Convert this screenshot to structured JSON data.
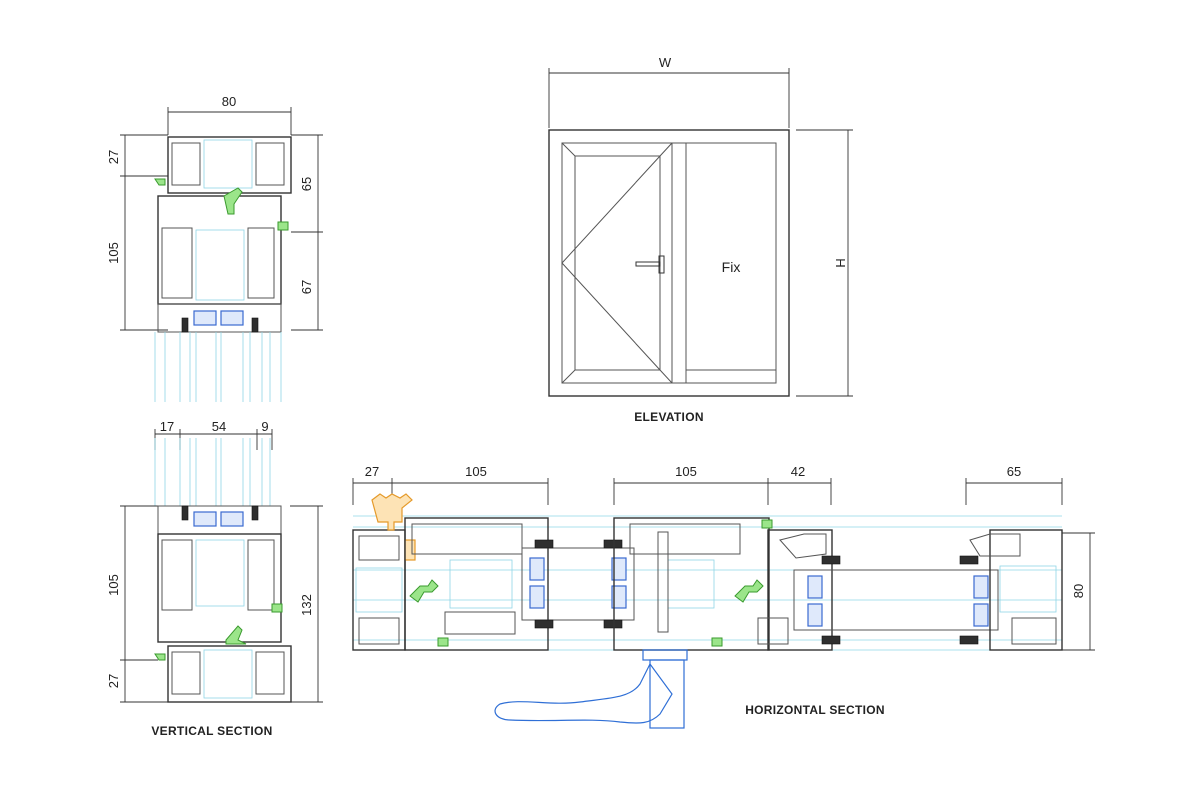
{
  "elevation": {
    "width_label": "W",
    "height_label": "H",
    "fixed_panel_label": "Fix",
    "caption": "ELEVATION"
  },
  "vertical_section": {
    "caption": "VERTICAL SECTION",
    "top": {
      "frame_width": "80",
      "left_dims": [
        "27",
        "105"
      ],
      "right_dims": [
        "65",
        "67"
      ]
    },
    "bottom": {
      "top_dims": [
        "17",
        "54",
        "9"
      ],
      "left_dims": [
        "105",
        "27"
      ],
      "right_dims": [
        "132"
      ]
    }
  },
  "horizontal_section": {
    "caption": "HORIZONTAL SECTION",
    "top_dims": [
      "27",
      "105",
      "105",
      "42",
      "65"
    ],
    "right_dim": "80"
  },
  "colors": {
    "glass": "#8fd6e6",
    "gasket_green": "#3a9a2e",
    "glazing_blue": "#3a6ad0",
    "thermal_break": "#e59a2a",
    "outline": "#333333"
  }
}
